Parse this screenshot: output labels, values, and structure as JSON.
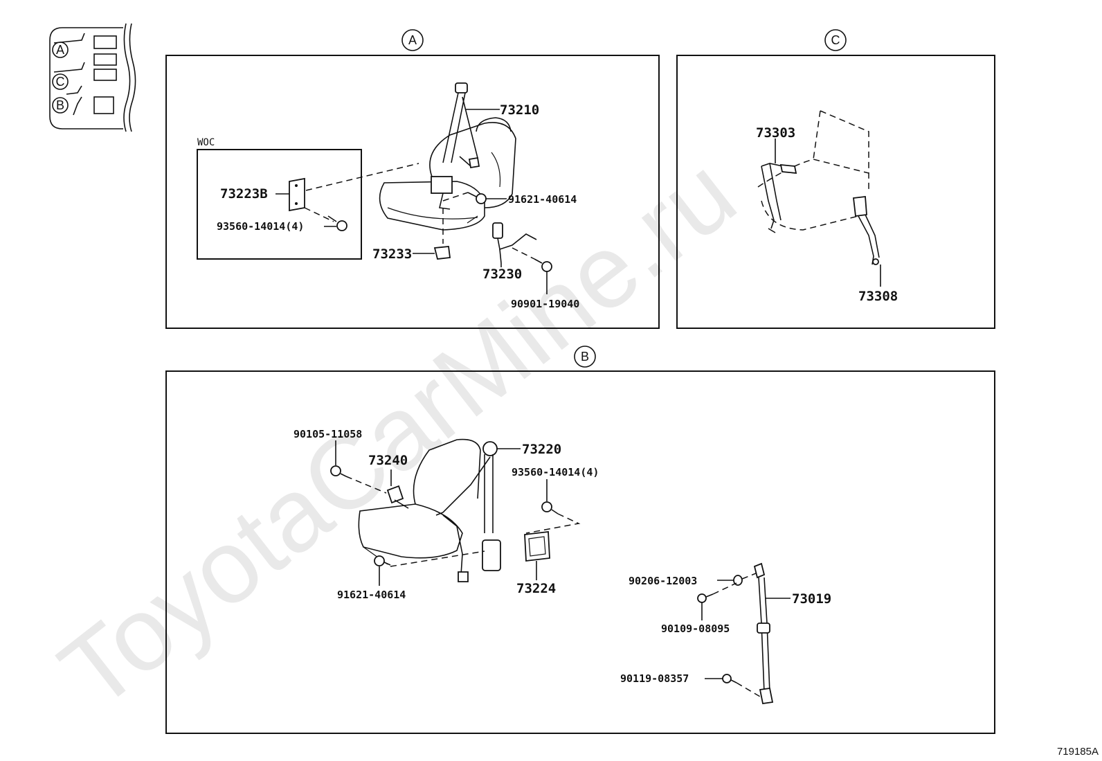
{
  "watermark": "ToyotaCarMine.ru",
  "figure_id": "719185A",
  "sections": {
    "A": {
      "marker": "A",
      "woc_label": "WOC",
      "parts": {
        "p73210": "73210",
        "p73223b": "73223B",
        "p93560": "93560-14014(4)",
        "p91621": "91621-40614",
        "p73233": "73233",
        "p73230": "73230",
        "p90901": "90901-19040"
      }
    },
    "C": {
      "marker": "C",
      "parts": {
        "p73303": "73303",
        "p73308": "73308"
      }
    },
    "B": {
      "marker": "B",
      "parts": {
        "p90105": "90105-11058",
        "p73240": "73240",
        "p73220": "73220",
        "p93560": "93560-14014(4)",
        "p91621": "91621-40614",
        "p73224": "73224",
        "p90206": "90206-12003",
        "p73019": "73019",
        "p90109": "90109-08095",
        "p90119": "90119-08357"
      }
    }
  },
  "index_markers": [
    "A",
    "C",
    "B"
  ]
}
